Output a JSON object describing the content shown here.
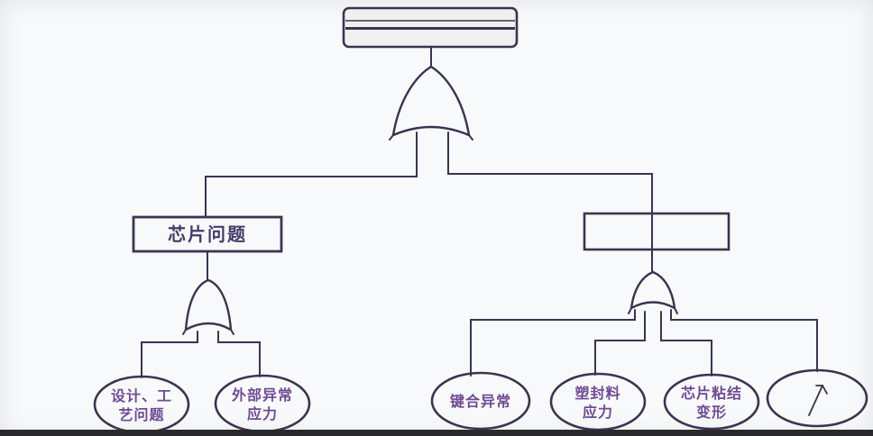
{
  "diagram": {
    "kind": "fault-tree-analysis",
    "colors": {
      "background": "#f8f9fa",
      "line": "#3a3450",
      "box_text": "#453b66",
      "ellipse_text": "#6f4b93",
      "top_box_fill": "#f0f1ee",
      "bottom_bar": "#2a2a2c"
    },
    "top_event": {
      "label": ""
    },
    "gates": [
      {
        "id": "gate-top",
        "type": "OR"
      },
      {
        "id": "gate-left",
        "type": "OR"
      },
      {
        "id": "gate-right",
        "type": "OR"
      }
    ],
    "intermediate_events": [
      {
        "id": "left-box",
        "label": "芯片问题"
      },
      {
        "id": "right-box",
        "label": ""
      }
    ],
    "basic_events": [
      {
        "id": "be-1",
        "line1": "设计、工",
        "line2": "艺问题"
      },
      {
        "id": "be-2",
        "line1": "外部异常",
        "line2": "应力"
      },
      {
        "id": "be-3",
        "line1": "键合异常",
        "line2": ""
      },
      {
        "id": "be-4",
        "line1": "塑封料",
        "line2": "应力"
      },
      {
        "id": "be-5",
        "line1": "芯片粘结",
        "line2": "变形"
      },
      {
        "id": "be-6",
        "line1": "",
        "line2": "",
        "icon": "mouse-cursor"
      }
    ]
  }
}
